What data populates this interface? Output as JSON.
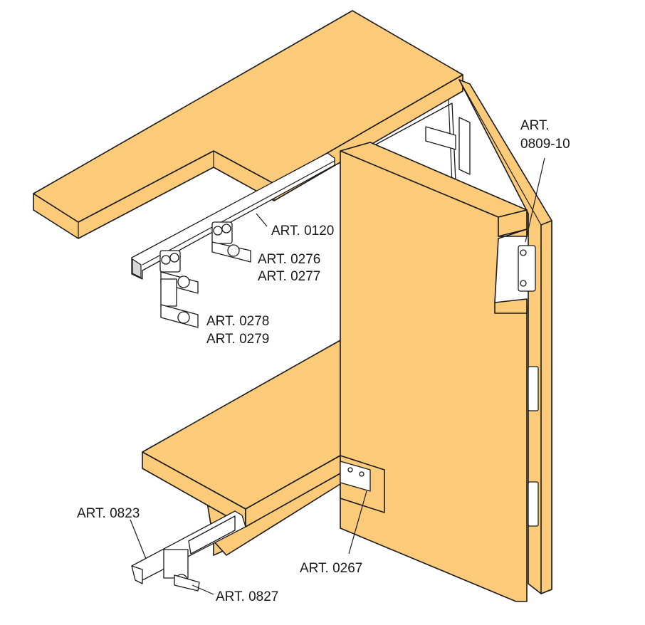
{
  "labels": {
    "rail_top": "ART. 0120",
    "carriage_a": "ART. 0276",
    "carriage_b": "ART. 0277",
    "carriage_c": "ART. 0278",
    "carriage_d": "ART. 0279",
    "hinge_line1": "ART.",
    "hinge_line2": "0809-10",
    "bottom_guide": "ART. 0823",
    "bottom_bracket": "ART. 0827",
    "door_guide": "ART. 0267"
  },
  "colors": {
    "wood": "#FBCB7A",
    "line": "#1a1a1a"
  }
}
